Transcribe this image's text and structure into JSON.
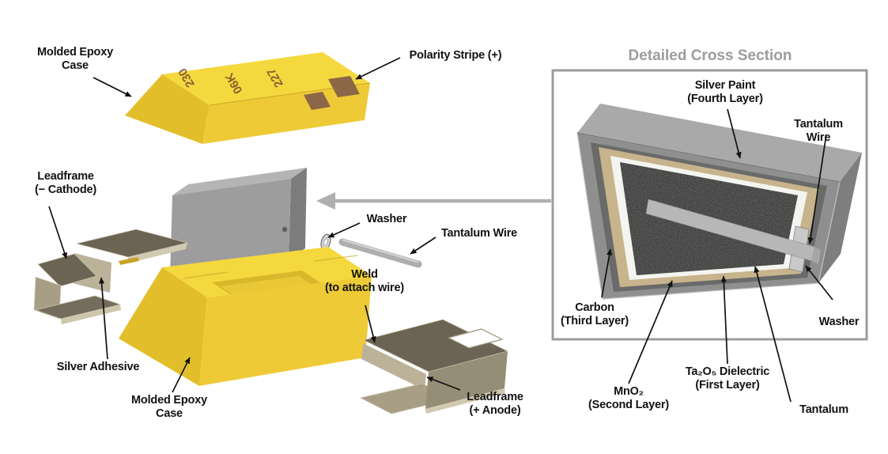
{
  "figure": {
    "exploded_view": {
      "labels": {
        "molded_epoxy_case_top": "Molded Epoxy\nCase",
        "polarity_stripe": "Polarity Stripe (+)",
        "leadframe_cathode": "Leadframe\n(− Cathode)",
        "silver_adhesive": "Silver Adhesive",
        "molded_epoxy_case_bottom": "Molded Epoxy\nCase",
        "washer": "Washer",
        "tantalum_wire": "Tantalum Wire",
        "weld": "Weld\n(to attach wire)",
        "leadframe_anode": "Leadframe\n(+ Anode)"
      },
      "case_markings": [
        "230",
        "06K",
        "227"
      ]
    },
    "cross_section": {
      "title": "Detailed Cross Section",
      "labels": {
        "silver_paint": "Silver Paint\n(Fourth Layer)",
        "tantalum_wire": "Tantalum Wire",
        "carbon": "Carbon\n(Third Layer)",
        "washer": "Washer",
        "mno2": "MnO₂\n(Second Layer)",
        "ta2o5": "Ta₂O₅ Dielectric\n(First Layer)",
        "tantalum": "Tantalum"
      }
    }
  },
  "colors": {
    "case_yellow": "#F5D83E",
    "case_yellow_front": "#EECB36",
    "case_yellow_side": "#E3BE2B",
    "polarity_brown": "#8B6747",
    "marking_brown": "#7E5530",
    "pellet_gray": "#9D9D9D",
    "leadframe_tan": "#A89E86",
    "leadframe_dark": "#6B6354",
    "leadframe_edge": "#D2C9B1",
    "panel_border": "#9C9C9C",
    "silver_paint": "#8F8F8F",
    "silver_paint_top": "#A9A9A9",
    "carbon": "#6A6A6A",
    "mno2": "#C7B48C",
    "dielectric": "#F4F4F0",
    "tantalum_core": "#262626",
    "wire_gray": "#B7B7B7",
    "arrow_gray": "#AFAFAF",
    "label_ink": "#121212"
  }
}
